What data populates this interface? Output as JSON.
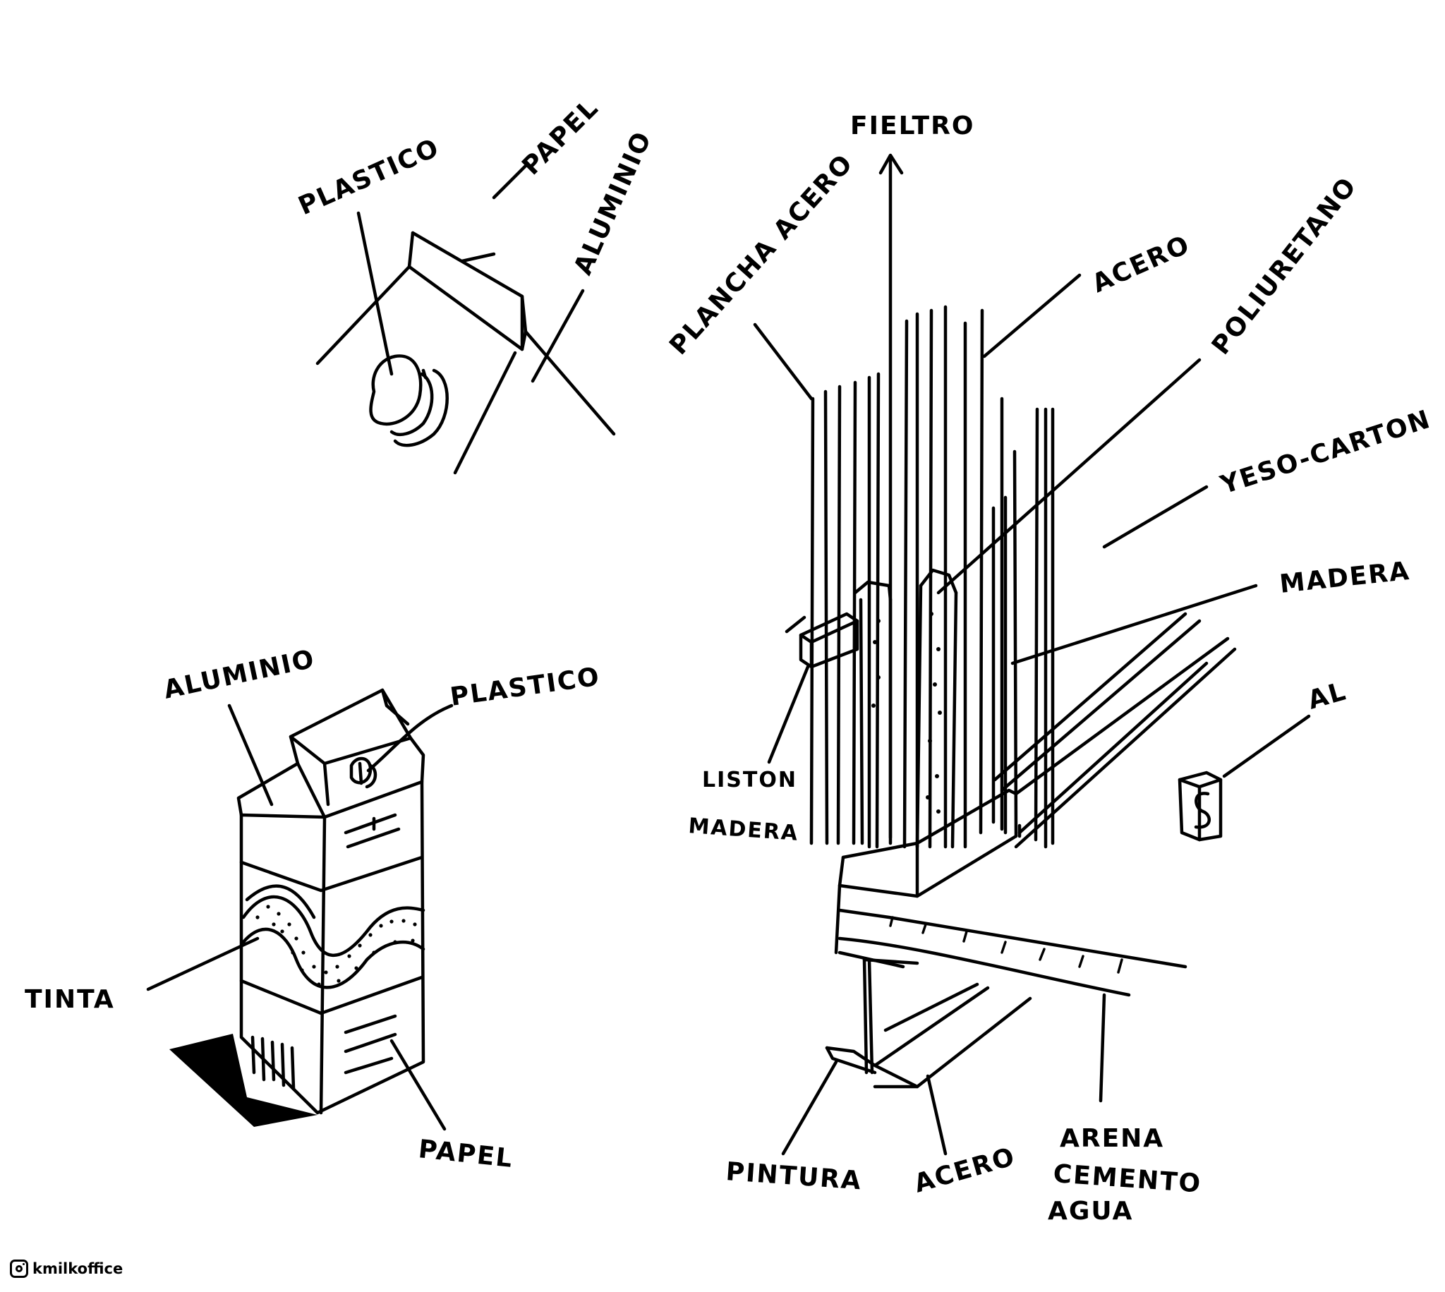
{
  "labels": {
    "top_plastico": "PLASTICO",
    "top_papel": "PAPEL",
    "top_aluminio": "ALUMINIO",
    "carton_aluminio": "ALUMINIO",
    "carton_plastico": "PLASTICO",
    "tinta": "TINTA",
    "carton_papel": "PAPEL",
    "fieltro": "FIELTRO",
    "plancha_acero": "PLANCHA ACERO",
    "acero_top": "ACERO",
    "poliuretano": "POLIURETANO",
    "yeso_carton": "YESO-CARTON",
    "madera": "MADERA",
    "al": "AL",
    "liston": "LISTON",
    "liston_madera": "MADERA",
    "pintura": "PINTURA",
    "acero_bottom": "ACERO",
    "arena": "ARENA",
    "cemento": "CEMENTO",
    "agua": "AGUA"
  },
  "credit": {
    "icon": "instagram-icon",
    "handle": "kmilkoffice"
  },
  "colors": {
    "ink": "#000000",
    "paper": "#ffffff"
  }
}
